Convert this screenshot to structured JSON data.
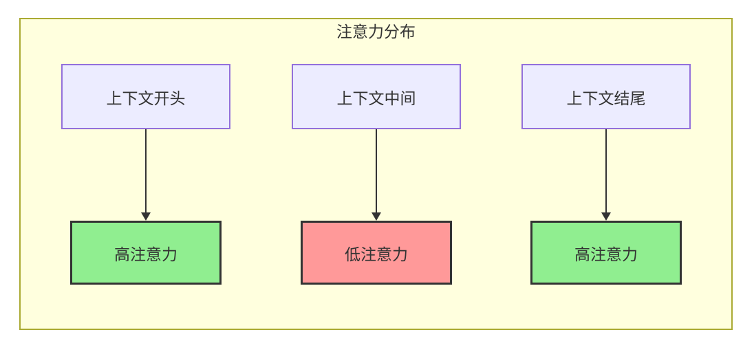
{
  "diagram": {
    "type": "flowchart",
    "title": "注意力分布",
    "columns": [
      {
        "source": "上下文开头",
        "result": "高注意力",
        "level": "high"
      },
      {
        "source": "上下文中间",
        "result": "低注意力",
        "level": "low"
      },
      {
        "source": "上下文结尾",
        "result": "高注意力",
        "level": "high"
      }
    ],
    "colors": {
      "container_bg": "#ffffde",
      "container_border": "#aaaa33",
      "source_bg": "#ececff",
      "source_border": "#9370db",
      "high_bg": "#90ee90",
      "low_bg": "#ff9999",
      "result_border": "#333333",
      "arrow": "#333333",
      "text": "#333333"
    }
  }
}
